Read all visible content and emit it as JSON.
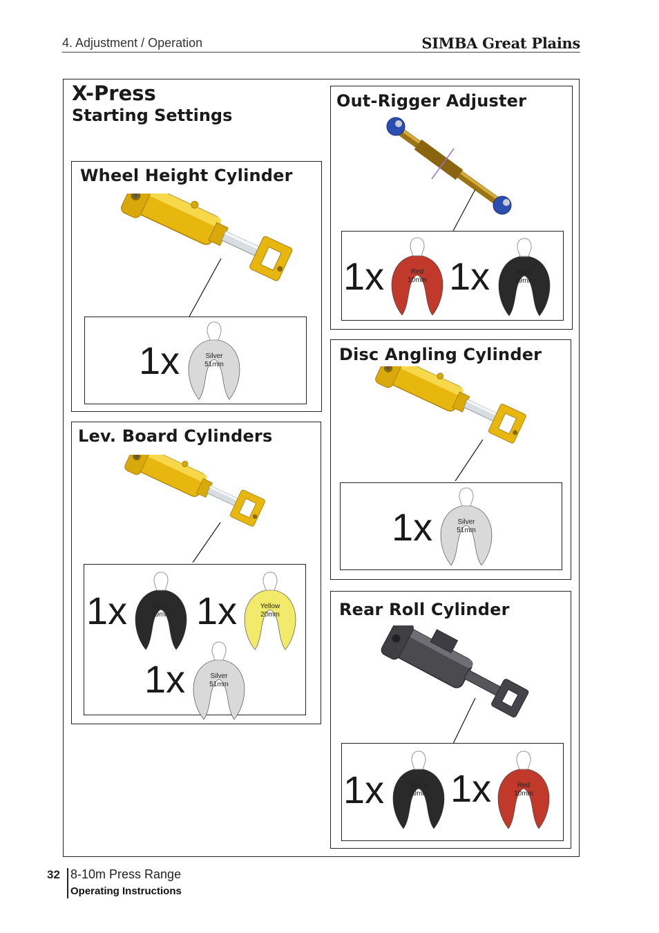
{
  "header": {
    "section": "4. Adjustment / Operation",
    "brand": "SIMBA Great Plains"
  },
  "page": {
    "title": "X-Press",
    "subtitle": "Starting Settings"
  },
  "panels": {
    "wheel_height": {
      "title": "Wheel Height Cylinder",
      "items": [
        {
          "qty": "1x",
          "color_name": "Silver",
          "size": "51mm",
          "fill": "#d9d9d9"
        }
      ]
    },
    "lev_board": {
      "title": "Lev. Board Cylinders",
      "items": [
        {
          "qty": "1x",
          "color_name": "Black",
          "size": "29mm",
          "fill": "#2a2a2a"
        },
        {
          "qty": "1x",
          "color_name": "Yellow",
          "size": "20mm",
          "fill": "#f1ea6a"
        },
        {
          "qty": "1x",
          "color_name": "Silver",
          "size": "51mm",
          "fill": "#d9d9d9"
        }
      ]
    },
    "out_rigger": {
      "title": "Out-Rigger Adjuster",
      "items": [
        {
          "qty": "1x",
          "color_name": "Red",
          "size": "10mm",
          "fill": "#c0392b"
        },
        {
          "qty": "1x",
          "color_name": "Black",
          "size": "29mm",
          "fill": "#2a2a2a"
        }
      ]
    },
    "disc_angling": {
      "title": "Disc Angling Cylinder",
      "items": [
        {
          "qty": "1x",
          "color_name": "Silver",
          "size": "51mm",
          "fill": "#d9d9d9"
        }
      ]
    },
    "rear_roll": {
      "title": "Rear Roll Cylinder",
      "items": [
        {
          "qty": "1x",
          "color_name": "Black",
          "size": "29mm",
          "fill": "#2a2a2a"
        },
        {
          "qty": "1x",
          "color_name": "Red",
          "size": "10mm",
          "fill": "#c0392b"
        }
      ]
    }
  },
  "footer": {
    "page_number": "32",
    "line1": "8-10m Press Range",
    "line2": "Operating Instructions"
  },
  "colors": {
    "cylinder_yellow": "#f0c419",
    "cylinder_dark": "#4a4a4f",
    "adjuster_blue": "#2a4fb0",
    "adjuster_brass": "#b58a1e"
  }
}
